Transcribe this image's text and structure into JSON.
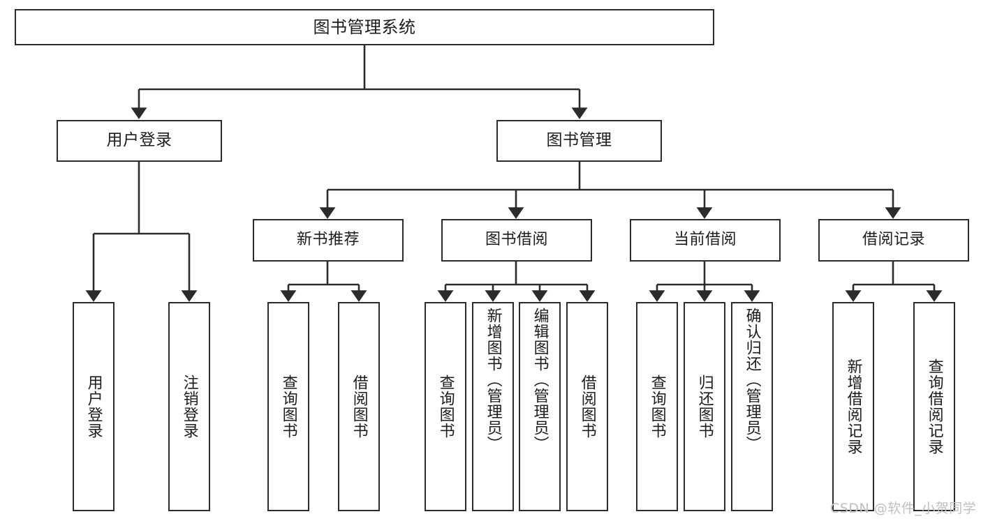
{
  "diagram": {
    "type": "tree-hierarchy",
    "title": "图书管理系统",
    "watermark": "CSDN @软件_小贺同学",
    "colors": {
      "border": "#2b2b2b",
      "background": "#ffffff",
      "text": "#1c1c1c",
      "watermark": "#bfbfbf"
    },
    "nodes": {
      "root": {
        "label": "图书管理系统"
      },
      "level2": [
        {
          "label": "用户登录"
        },
        {
          "label": "图书管理"
        }
      ],
      "level3": [
        {
          "label": "新书推荐"
        },
        {
          "label": "图书借阅"
        },
        {
          "label": "当前借阅"
        },
        {
          "label": "借阅记录"
        }
      ],
      "leaves": {
        "user_login": [
          {
            "label": "用户登录"
          },
          {
            "label": "注销登录"
          }
        ],
        "new_book": [
          {
            "label": "查询图书"
          },
          {
            "label": "借阅图书"
          }
        ],
        "borrow": [
          {
            "label": "查询图书"
          },
          {
            "label": "新增图书（管理员）"
          },
          {
            "label": "编辑图书（管理员）"
          },
          {
            "label": "借阅图书"
          }
        ],
        "current": [
          {
            "label": "查询图书"
          },
          {
            "label": "归还图书"
          },
          {
            "label": "确认归还（管理员）"
          }
        ],
        "records": [
          {
            "label": "新增借阅记录"
          },
          {
            "label": "查询借阅记录"
          }
        ]
      }
    }
  }
}
